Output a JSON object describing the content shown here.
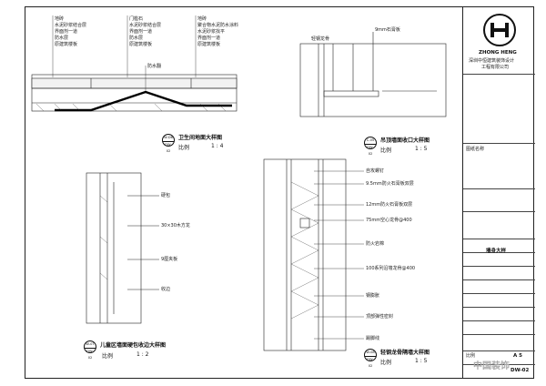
{
  "company": {
    "brand": "ZHONG HENG",
    "name_line1": "深圳中恒建筑装饰设计",
    "name_line2": "工程有限公司"
  },
  "title_block": {
    "project_label": "图纸名称",
    "sheet_name": "墙身大样",
    "scale_label": "比例",
    "scale_value": "A 5",
    "sheet_no": "DW-02"
  },
  "watermark": "中国装饰",
  "details": {
    "bathroom": {
      "index_top": "W-D6",
      "index_bottom": "DW-02",
      "title": "卫生间地面大样图",
      "scale_label": "比例",
      "scale_value": "1 : 4",
      "labels_left": [
        "地砖",
        "水泥砂浆结合层",
        "界面剂一道",
        "防水层",
        "原建筑楼板"
      ],
      "labels_mid": [
        "门槛石",
        "水泥砂浆结合层",
        "界面剂一道",
        "防水层",
        "原建筑楼板"
      ],
      "label_drain": "防水翻",
      "labels_right": [
        "地砖",
        "聚合物水泥防水涂料",
        "水泥砂浆找平",
        "界面剂一道",
        "原建筑楼板"
      ]
    },
    "ceiling": {
      "index_top": "C-05",
      "index_bottom": "DW-02",
      "title": "吊顶墙面收口大样图",
      "scale_label": "比例",
      "scale_value": "1 : 5",
      "label_left": "轻钢龙骨",
      "label_right": "9mm石膏板"
    },
    "kids_wall": {
      "index_top": "W-07",
      "index_bottom": "DW-02",
      "title": "儿童区墙面硬包收边大样图",
      "scale_label": "比例",
      "scale_value": "1 : 2",
      "labels": [
        "硬包",
        "30×30木方龙",
        "9厘夹板",
        "收边"
      ]
    },
    "partition": {
      "index_top": "W-08",
      "index_bottom": "DW-02",
      "title": "轻钢龙骨隔墙大样图",
      "scale_label": "比例",
      "scale_value": "1 : 5",
      "labels": [
        "自攻螺钉",
        "9.5mm防火石膏板双层",
        "12mm防火石膏板双层",
        "75mm空心龙骨@400",
        "防火岩棉",
        "100系列沿墙龙骨@400",
        "钢膨胀",
        "顶部弹性密封",
        "踢脚线"
      ]
    }
  }
}
